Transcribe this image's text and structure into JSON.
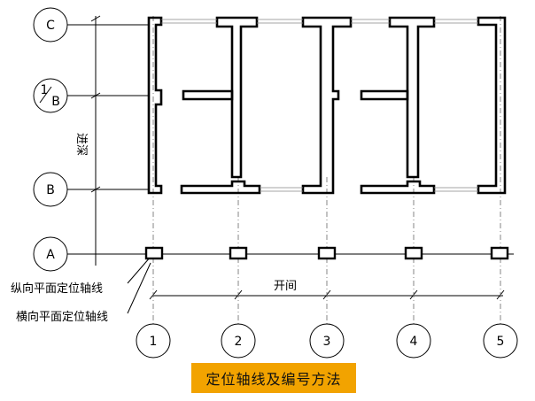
{
  "diagram": {
    "horizontal_axes": {
      "C": "C",
      "1B_num": "1",
      "1B_den": "B",
      "B": "B",
      "A": "A"
    },
    "vertical_axes": [
      "1",
      "2",
      "3",
      "4",
      "5"
    ],
    "depth_label": "进深",
    "bay_label": "开间",
    "longitudinal_label": "纵向平面定位轴线",
    "transverse_label": "横向平面定位轴线",
    "title": "定位轴线及编号方法",
    "colors": {
      "title_bg": "#f2a300",
      "line": "#000000"
    }
  }
}
